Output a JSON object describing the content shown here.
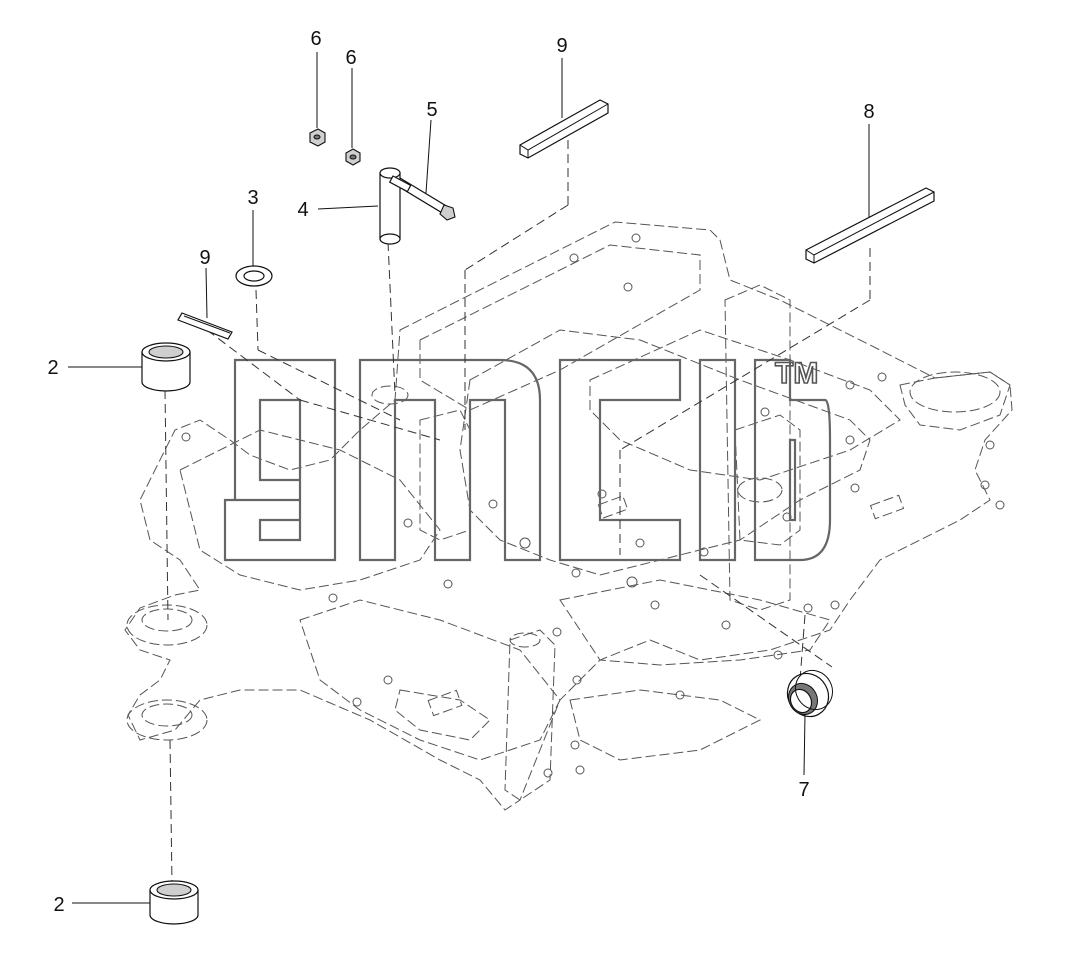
{
  "callouts": {
    "c6a": "6",
    "c6b": "6",
    "c9top": "9",
    "c5": "5",
    "c8": "8",
    "c3": "3",
    "c4": "4",
    "c9left": "9",
    "c2top": "2",
    "c7": "7",
    "c2bottom": "2"
  },
  "watermark": {
    "trademark": "TM"
  }
}
